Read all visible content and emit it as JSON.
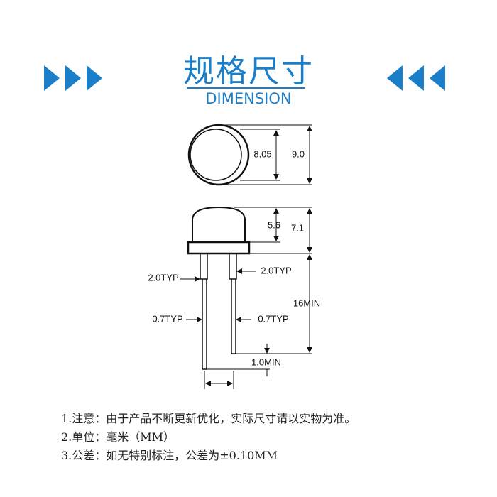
{
  "header": {
    "title": "规格尺寸",
    "subtitle": "DIMENSION",
    "accent_color": "#1a7fc8",
    "decor_left": "triple-chevron-right-icon",
    "decor_right": "triple-chevron-left-icon"
  },
  "diagram": {
    "dims": {
      "lens_diameter": "8.05",
      "flange_diameter": "9.0",
      "dome_height": "5.6",
      "body_height": "7.1",
      "lead_length": "16MIN",
      "lead_spacing_left": "2.0TYP",
      "lead_spacing_right": "2.0TYP",
      "lead_width_left": "0.7TYP",
      "lead_width_right": "0.7TYP",
      "lead_offset": "1.0MIN"
    }
  },
  "notes": [
    "1.注意：由于产品不断更新优化，实际尺寸请以实物为准。",
    "2.单位：毫米（MM）",
    "3.公差：如无特别标注，公差为±0.10MM"
  ]
}
